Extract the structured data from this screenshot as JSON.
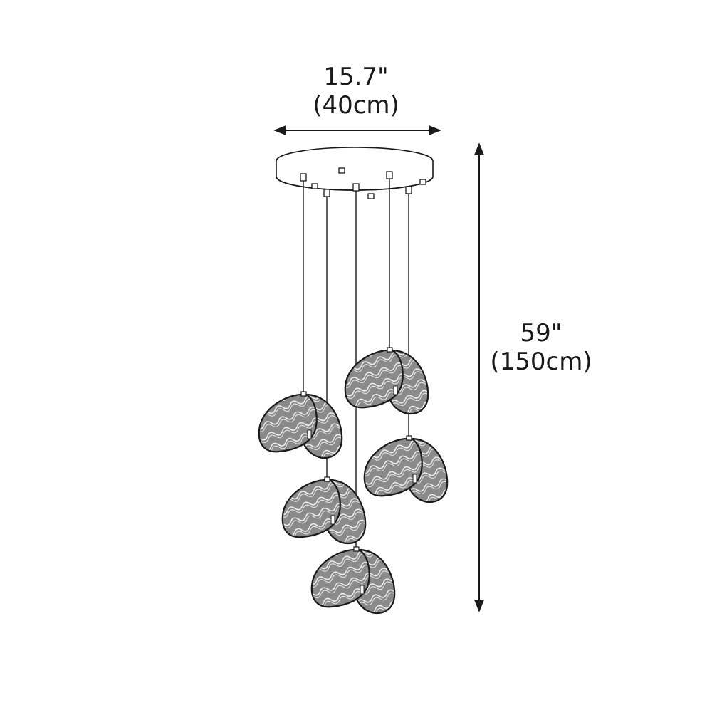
{
  "dimensions": {
    "width": {
      "inches": "15.7\"",
      "cm": "(40cm)"
    },
    "height": {
      "inches": "59\"",
      "cm": "(150cm)"
    }
  },
  "colors": {
    "line": "#1a1a1a",
    "shade_fill": "#8a8a8a",
    "shade_pattern": "#f2f2f2",
    "canopy_fill": "#ffffff"
  }
}
